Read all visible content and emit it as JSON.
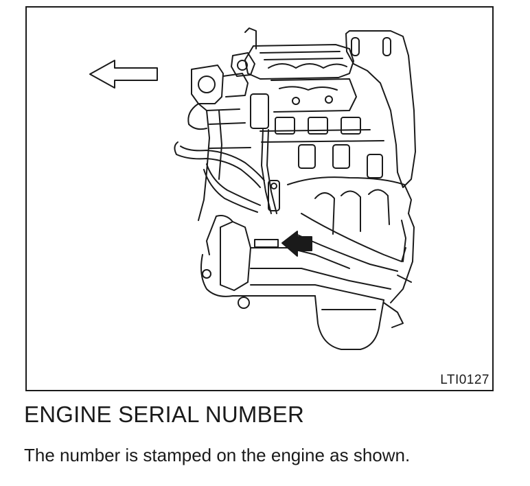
{
  "figure": {
    "code": "LTI0127",
    "illustration": "engine-line-drawing",
    "pointer": "serial-number-location-arrow",
    "direction": "front-direction-arrow"
  },
  "heading": "ENGINE SERIAL NUMBER",
  "caption": "The number is stamped on the engine as shown.",
  "colors": {
    "line": "#1a1a1a",
    "background": "#ffffff"
  }
}
